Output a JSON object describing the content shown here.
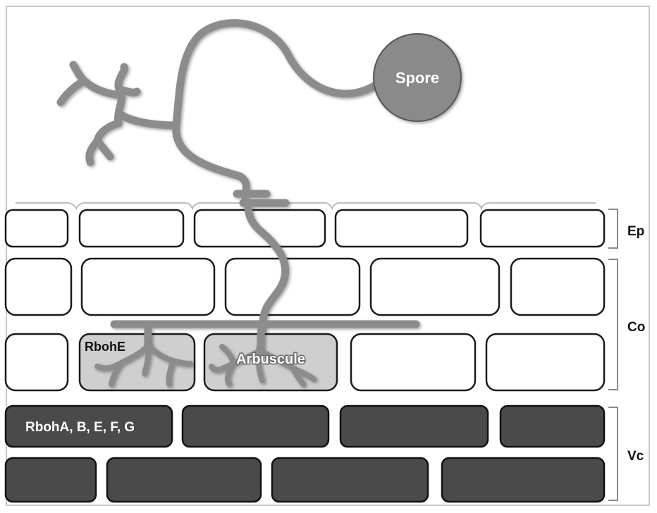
{
  "labels": {
    "spore": "Spore",
    "arbuscule": "Arbuscule",
    "rboh_cortex": "RbohE",
    "rboh_vascular": "RbohA, B, E, F, G",
    "epidermis": "Ep",
    "cortex": "Co",
    "vascular": "Vc"
  },
  "colors": {
    "hypha": "#8c8c8c",
    "spore": "#8a8a8a",
    "arbuscule_cell": "#cfcfcf",
    "vascular_cell": "#4a4a4a",
    "cell_outline": "#1a1a1a",
    "bracket": "#8a8a8a"
  }
}
